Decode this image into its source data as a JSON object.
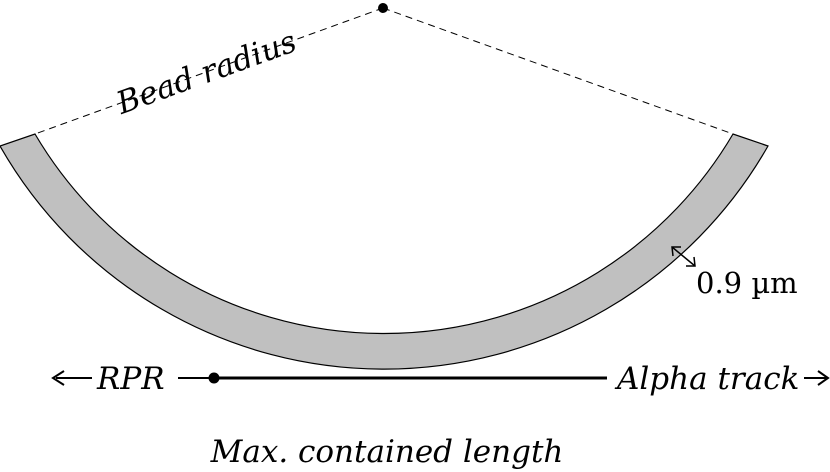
{
  "labels": {
    "bead_radius": "Bead radius",
    "thickness": "0.9 µm",
    "rpr": "RPR",
    "alpha_track": "Alpha track",
    "max_length": "Max. contained length"
  },
  "colors": {
    "shell_fill": "#c0c0c0",
    "stroke": "#000000",
    "background": "#ffffff"
  }
}
